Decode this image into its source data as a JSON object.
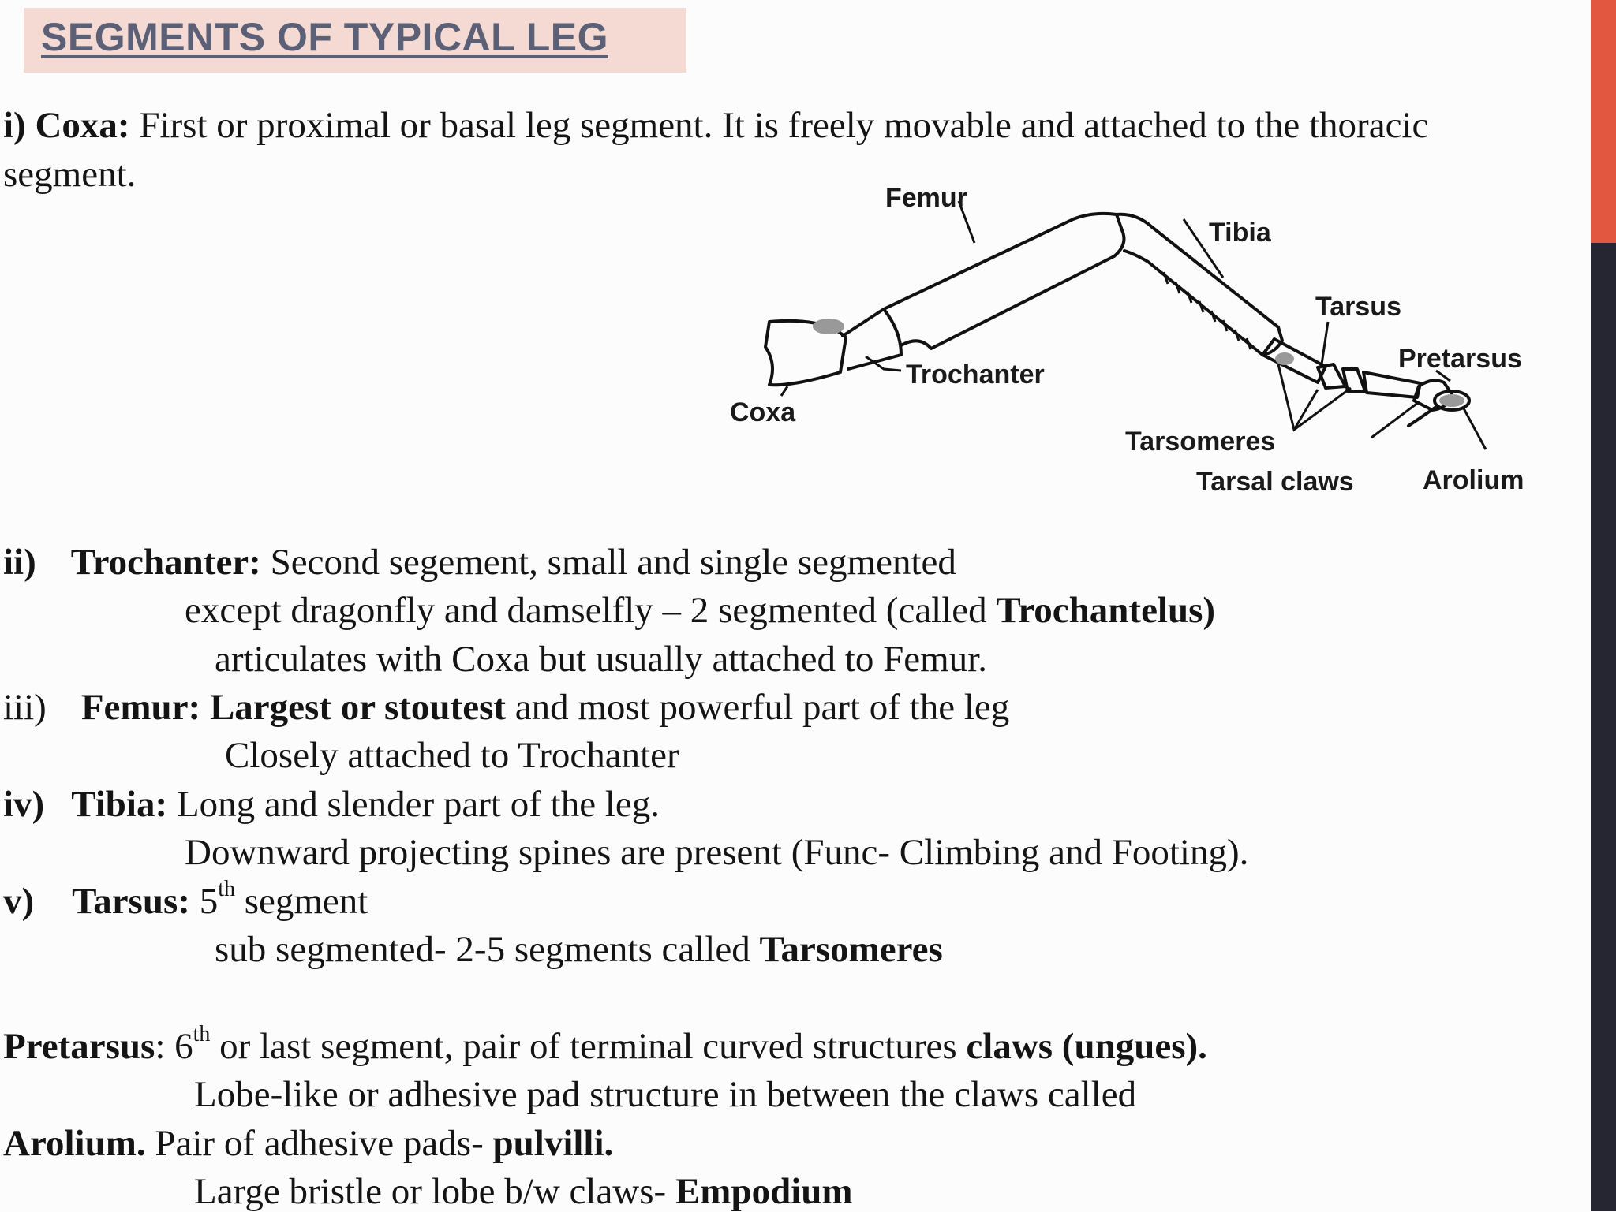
{
  "title": "SEGMENTS OF TYPICAL LEG",
  "coxa": {
    "label": "i) Coxa:",
    "text1": " First or proximal or basal leg segment. It is freely movable and attached to the thoracic",
    "text2": "segment."
  },
  "diagram_labels": {
    "femur": "Femur",
    "tibia": "Tibia",
    "tarsus": "Tarsus",
    "pretarsus": "Pretarsus",
    "trochanter": "Trochanter",
    "coxa": "Coxa",
    "tarsomeres": "Tarsomeres",
    "tarsal_claws": "Tarsal claws",
    "arolium": "Arolium"
  },
  "trochanter": {
    "num": "ii)",
    "label": "Trochanter:",
    "text1": " Second segement, small and single segmented",
    "text2a": "except dragonfly and damselfly – 2 segmented (called ",
    "text2b": "Trochantelus)",
    "text3": "articulates with Coxa but usually attached to Femur."
  },
  "femur": {
    "num": "iii)",
    "label": "Femur:",
    "bold": " Largest or stoutest",
    "text1": " and most powerful part of the leg",
    "text2": "Closely attached to Trochanter"
  },
  "tibia": {
    "num": "iv)",
    "label": "Tibia:",
    "text1": " Long and slender part of the leg.",
    "text2": "Downward projecting spines are present (Func- Climbing and Footing)."
  },
  "tarsus": {
    "num": "v)",
    "label": "Tarsus:",
    "text1a": " 5",
    "sup": "th",
    "text1b": " segment",
    "text2a": "sub segmented- 2-5 segments called ",
    "text2b": "Tarsomeres"
  },
  "pretarsus": {
    "label": "Pretarsus",
    "text1a": ": 6",
    "sup": "th",
    "text1b": " or last segment, pair of terminal curved structures ",
    "text1c": "claws (ungues).",
    "text2": "Lobe-like or adhesive pad structure in between the claws called",
    "text3a": "Arolium.",
    "text3b": " Pair of adhesive pads- ",
    "text3c": "pulvilli.",
    "text4a": "Large bristle or lobe b/w claws- ",
    "text4b": "Empodium"
  }
}
